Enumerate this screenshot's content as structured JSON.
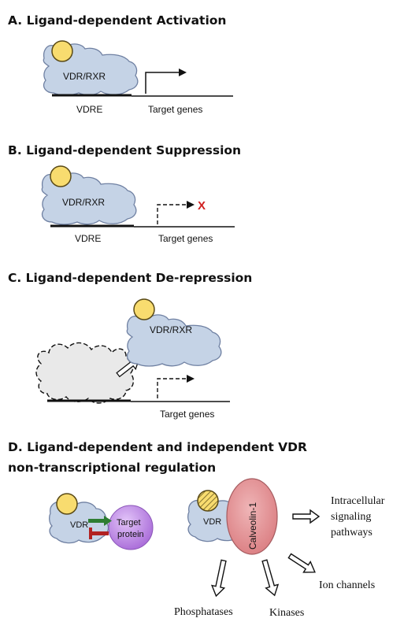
{
  "colors": {
    "protein_fill": "#c5d3e6",
    "protein_stroke": "#6f80a2",
    "ligand_fill": "#f8dc6f",
    "ligand_stroke": "#5a4a16",
    "corepressor_fill": "#e9e9e9",
    "caveolin_fill": "#e59a9d",
    "caveolin_stroke": "#a55b5f",
    "target_protein_fill": "#c08ae8",
    "activation_arrow": "#2e7d32",
    "inhibition_bar": "#b22222",
    "suppression_x": "#d02020"
  },
  "panels": {
    "a": {
      "title": "A. Ligand-dependent Activation",
      "complex_label": "VDR/RXR",
      "element_label": "VDRE",
      "gene_label": "Target genes"
    },
    "b": {
      "title": "B. Ligand-dependent Suppression",
      "complex_label": "VDR/RXR",
      "element_label": "VDRE",
      "gene_label": "Target genes",
      "blocked_mark": "X"
    },
    "c": {
      "title": "C. Ligand-dependent De-repression",
      "complex_label": "VDR/RXR",
      "gene_label": "Target genes"
    },
    "d": {
      "title_line1": "D. Ligand-dependent and independent VDR",
      "title_line2": "non-transcriptional regulation",
      "vdr_label_left": "VDR",
      "target_protein_line1": "Target",
      "target_protein_line2": "protein",
      "vdr_label_right": "VDR",
      "caveolin_label": "Calveolin-1",
      "output_intracellular_line1": "Intracellular",
      "output_intracellular_line2": "signaling",
      "output_intracellular_line3": "pathways",
      "output_ion_channels": "Ion channels",
      "output_phosphatases": "Phosphatases",
      "output_kinases": "Kinases"
    }
  }
}
